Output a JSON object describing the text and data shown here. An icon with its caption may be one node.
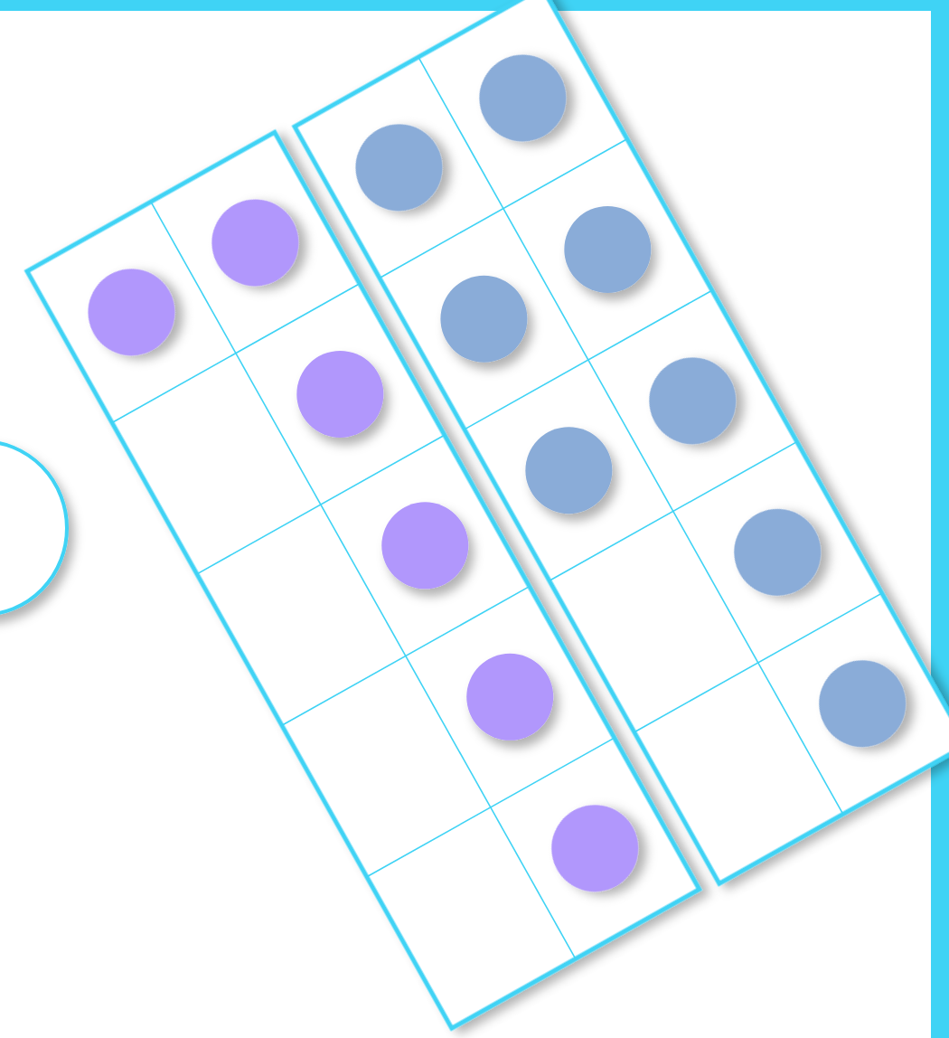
{
  "diagram": {
    "nodes": [
      {
        "text": [],
        "shape": "circle"
      },
      {
        "text": [],
        "shape": "box"
      },
      {
        "text": [],
        "shape": "box"
      },
      {
        "text": [],
        "shape": "circle",
        "in": 1
      },
      {
        "text": [],
        "shape": "circle",
        "in": 1
      },
      {
        "text": [],
        "shape": "circle"
      },
      {
        "text": [],
        "shape": "circle"
      },
      {
        "text": [],
        "shape": "circle"
      },
      {
        "text": [],
        "shape": "circle",
        "in": 1
      },
      {
        "text": [],
        "shape": "circle",
        "in": 2
      },
      {
        "text": [],
        "shape": "circle",
        "in": 2
      },
      {
        "text": [],
        "shape": "circle"
      },
      {
        "text": [],
        "shape": "circle"
      },
      {
        "text": [],
        "shape": "circle"
      },
      {
        "text": [],
        "shape": "circle",
        "in": 2
      },
      {
        "text": [],
        "shape": "circle",
        "in": 2
      },
      {
        "text": [],
        "shape": "circle",
        "in": 2
      }
    ]
  }
}
